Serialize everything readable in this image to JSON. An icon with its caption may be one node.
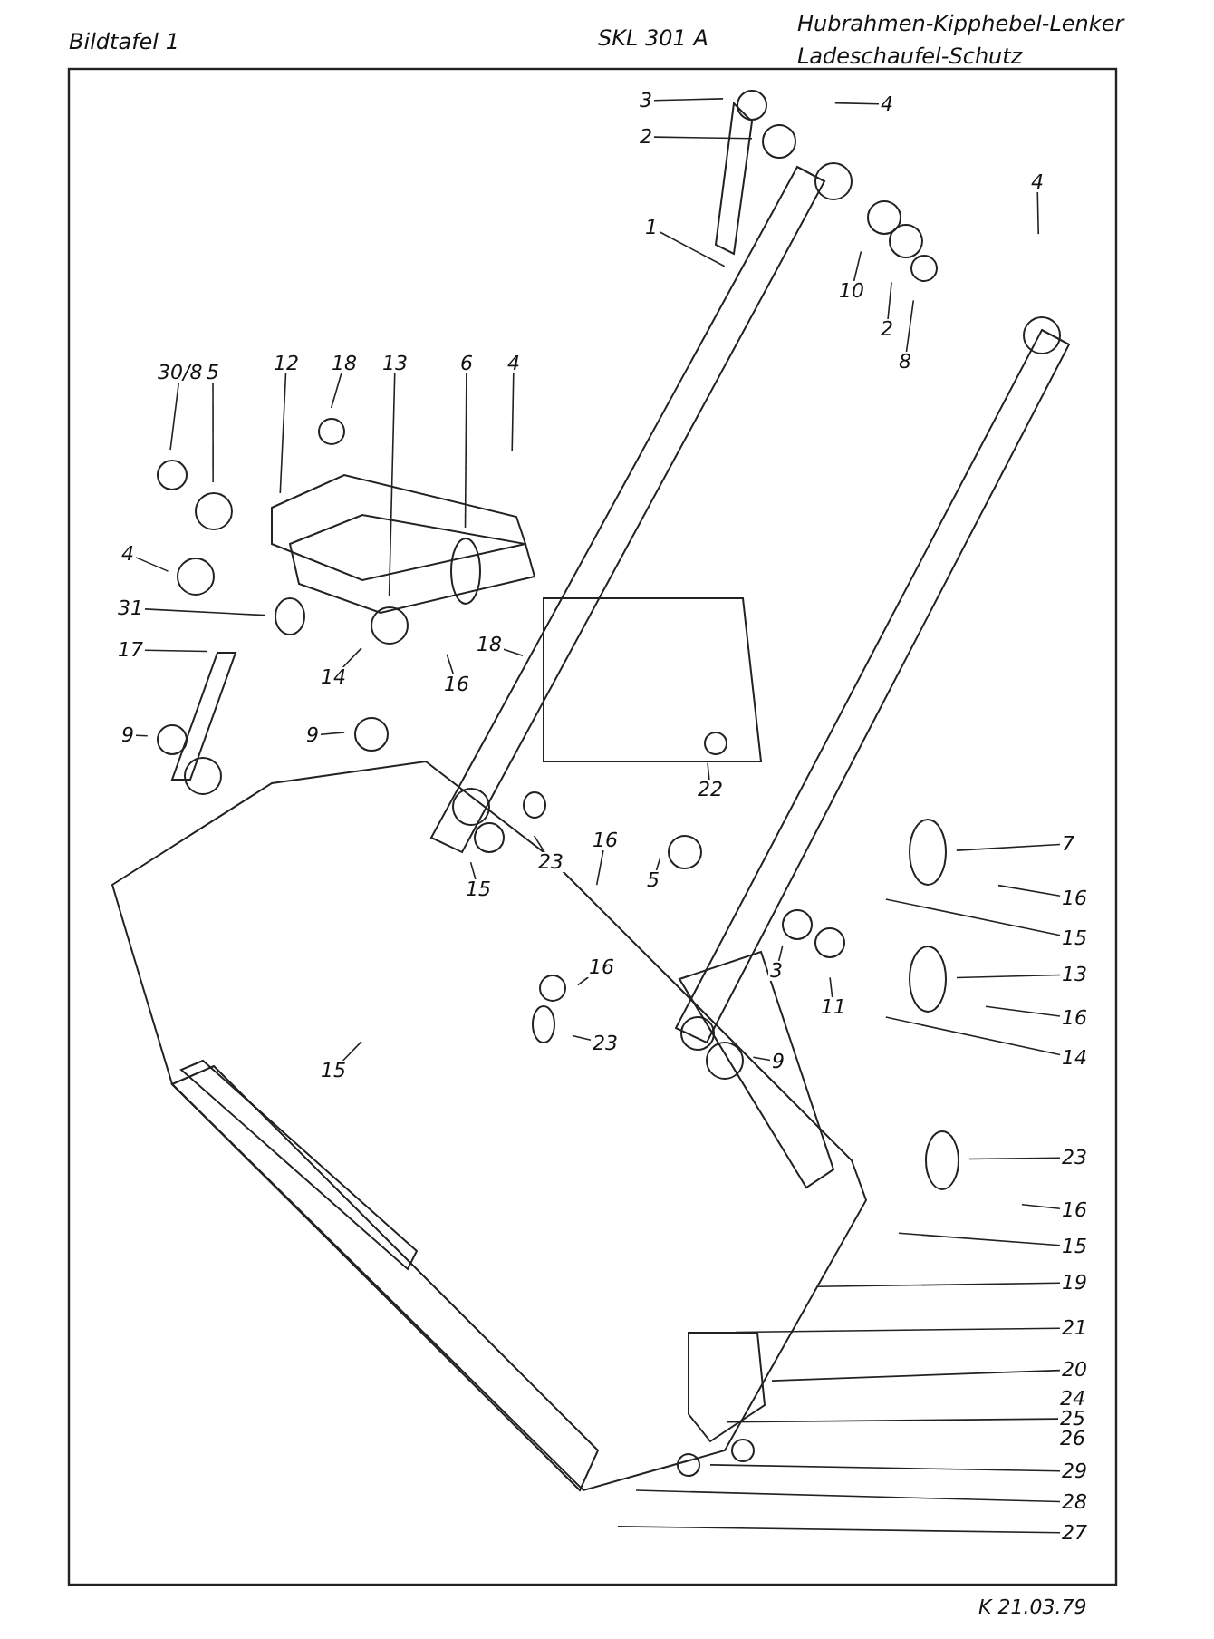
{
  "diagram": {
    "nodes": [
      {
        "text": [
          "3"
        ]
      },
      {
        "text": [
          "2"
        ]
      },
      {
        "text": [
          "4"
        ]
      },
      {
        "text": [
          "1"
        ]
      },
      {
        "text": [
          "10"
        ]
      },
      {
        "text": [
          "2"
        ]
      },
      {
        "text": [
          "8"
        ]
      },
      {
        "text": [
          "4"
        ]
      },
      {
        "text": [
          "30/8"
        ]
      },
      {
        "text": [
          "5"
        ]
      },
      {
        "text": [
          "12"
        ]
      },
      {
        "text": [
          "18"
        ]
      },
      {
        "text": [
          "13"
        ]
      },
      {
        "text": [
          "6"
        ]
      },
      {
        "text": [
          "4"
        ]
      },
      {
        "text": [
          "4"
        ]
      },
      {
        "text": [
          "31"
        ]
      },
      {
        "text": [
          "17"
        ]
      },
      {
        "text": [
          "14"
        ]
      },
      {
        "text": [
          "16"
        ]
      },
      {
        "text": [
          "18"
        ]
      },
      {
        "text": [
          "9"
        ]
      },
      {
        "text": [
          "9"
        ]
      },
      {
        "text": [
          "22"
        ]
      },
      {
        "text": [
          "23"
        ]
      },
      {
        "text": [
          "15"
        ]
      },
      {
        "text": [
          "16"
        ]
      },
      {
        "text": [
          "5"
        ]
      },
      {
        "text": [
          "7"
        ]
      },
      {
        "text": [
          "16"
        ]
      },
      {
        "text": [
          "15"
        ]
      },
      {
        "text": [
          "3"
        ]
      },
      {
        "text": [
          "11"
        ]
      },
      {
        "text": [
          "13"
        ]
      },
      {
        "text": [
          "16"
        ]
      },
      {
        "text": [
          "14"
        ]
      },
      {
        "text": [
          "16"
        ]
      },
      {
        "text": [
          "15"
        ]
      },
      {
        "text": [
          "23"
        ]
      },
      {
        "text": [
          "9"
        ]
      },
      {
        "text": [
          "23"
        ]
      },
      {
        "text": [
          "16"
        ]
      },
      {
        "text": [
          "15"
        ]
      },
      {
        "text": [
          "19"
        ]
      },
      {
        "text": [
          "21"
        ]
      },
      {
        "text": [
          "20"
        ]
      },
      {
        "text": [
          "24 25 26"
        ]
      },
      {
        "text": [
          "29"
        ]
      },
      {
        "text": [
          "28"
        ]
      },
      {
        "text": [
          "27"
        ]
      }
    ],
    "edges": [
      {
        "from": 0,
        "to": null,
        "arrow": "none"
      },
      {
        "from": 1,
        "to": null,
        "arrow": "none"
      },
      {
        "from": 2,
        "to": null,
        "arrow": "none"
      },
      {
        "from": 3,
        "to": null,
        "arrow": "none"
      },
      {
        "from": 4,
        "to": null,
        "arrow": "none"
      },
      {
        "from": 5,
        "to": null,
        "arrow": "none"
      },
      {
        "from": 6,
        "to": null,
        "arrow": "none"
      },
      {
        "from": 7,
        "to": null,
        "arrow": "none"
      },
      {
        "from": 8,
        "to": null,
        "arrow": "none"
      },
      {
        "from": 9,
        "to": null,
        "arrow": "none"
      },
      {
        "from": 10,
        "to": null,
        "arrow": "none"
      },
      {
        "from": 11,
        "to": null,
        "arrow": "none"
      },
      {
        "from": 12,
        "to": null,
        "arrow": "none"
      },
      {
        "from": 13,
        "to": null,
        "arrow": "none"
      },
      {
        "from": 14,
        "to": null,
        "arrow": "none"
      },
      {
        "from": 15,
        "to": null,
        "arrow": "none"
      },
      {
        "from": 16,
        "to": null,
        "arrow": "none"
      },
      {
        "from": 17,
        "to": null,
        "arrow": "none"
      },
      {
        "from": 18,
        "to": null,
        "arrow": "none"
      },
      {
        "from": 19,
        "to": null,
        "arrow": "none"
      },
      {
        "from": 20,
        "to": null,
        "arrow": "none"
      },
      {
        "from": 21,
        "to": null,
        "arrow": "none"
      },
      {
        "from": 22,
        "to": null,
        "arrow": "none"
      },
      {
        "from": 23,
        "to": null,
        "arrow": "none"
      },
      {
        "from": 24,
        "to": null,
        "arrow": "none"
      },
      {
        "from": 25,
        "to": null,
        "arrow": "none"
      },
      {
        "from": 26,
        "to": null,
        "arrow": "none"
      },
      {
        "from": 27,
        "to": null,
        "arrow": "none"
      },
      {
        "from": 28,
        "to": null,
        "arrow": "none"
      },
      {
        "from": 29,
        "to": null,
        "arrow": "none"
      },
      {
        "from": 30,
        "to": null,
        "arrow": "none"
      },
      {
        "from": 31,
        "to": null,
        "arrow": "none"
      },
      {
        "from": 32,
        "to": null,
        "arrow": "none"
      },
      {
        "from": 33,
        "to": null,
        "arrow": "none"
      },
      {
        "from": 34,
        "to": null,
        "arrow": "none"
      },
      {
        "from": 35,
        "to": null,
        "arrow": "none"
      },
      {
        "from": 36,
        "to": null,
        "arrow": "none"
      },
      {
        "from": 37,
        "to": null,
        "arrow": "none"
      },
      {
        "from": 38,
        "to": null,
        "arrow": "none"
      },
      {
        "from": 39,
        "to": null,
        "arrow": "none"
      },
      {
        "from": 40,
        "to": null,
        "arrow": "none"
      },
      {
        "from": 41,
        "to": null,
        "arrow": "none"
      },
      {
        "from": 42,
        "to": null,
        "arrow": "none"
      },
      {
        "from": 43,
        "to": null,
        "arrow": "none"
      },
      {
        "from": 44,
        "to": null,
        "arrow": "none"
      },
      {
        "from": 45,
        "to": null,
        "arrow": "none"
      },
      {
        "from": 46,
        "to": null,
        "arrow": "none"
      },
      {
        "from": 47,
        "to": null,
        "arrow": "none"
      },
      {
        "from": 48,
        "to": null,
        "arrow": "none"
      },
      {
        "from": 49,
        "to": null,
        "arrow": "none"
      }
    ],
    "labels": [
      "SKL 301 A",
      "Hubrahmen-Kipphebel-Lenker",
      "Bildtafel 1",
      "Ladeschaufel-Schutz",
      "K 21.03.79"
    ]
  }
}
